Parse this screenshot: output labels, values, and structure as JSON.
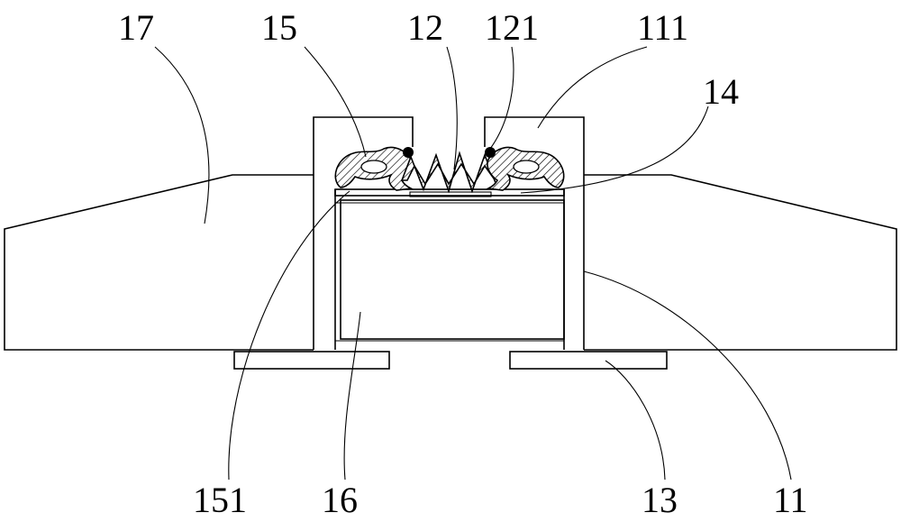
{
  "figure": {
    "labels": {
      "l17": "17",
      "l15": "15",
      "l12": "12",
      "l121": "121",
      "l111": "111",
      "l14": "14",
      "l151": "151",
      "l16": "16",
      "l13": "13",
      "l11": "11"
    }
  }
}
